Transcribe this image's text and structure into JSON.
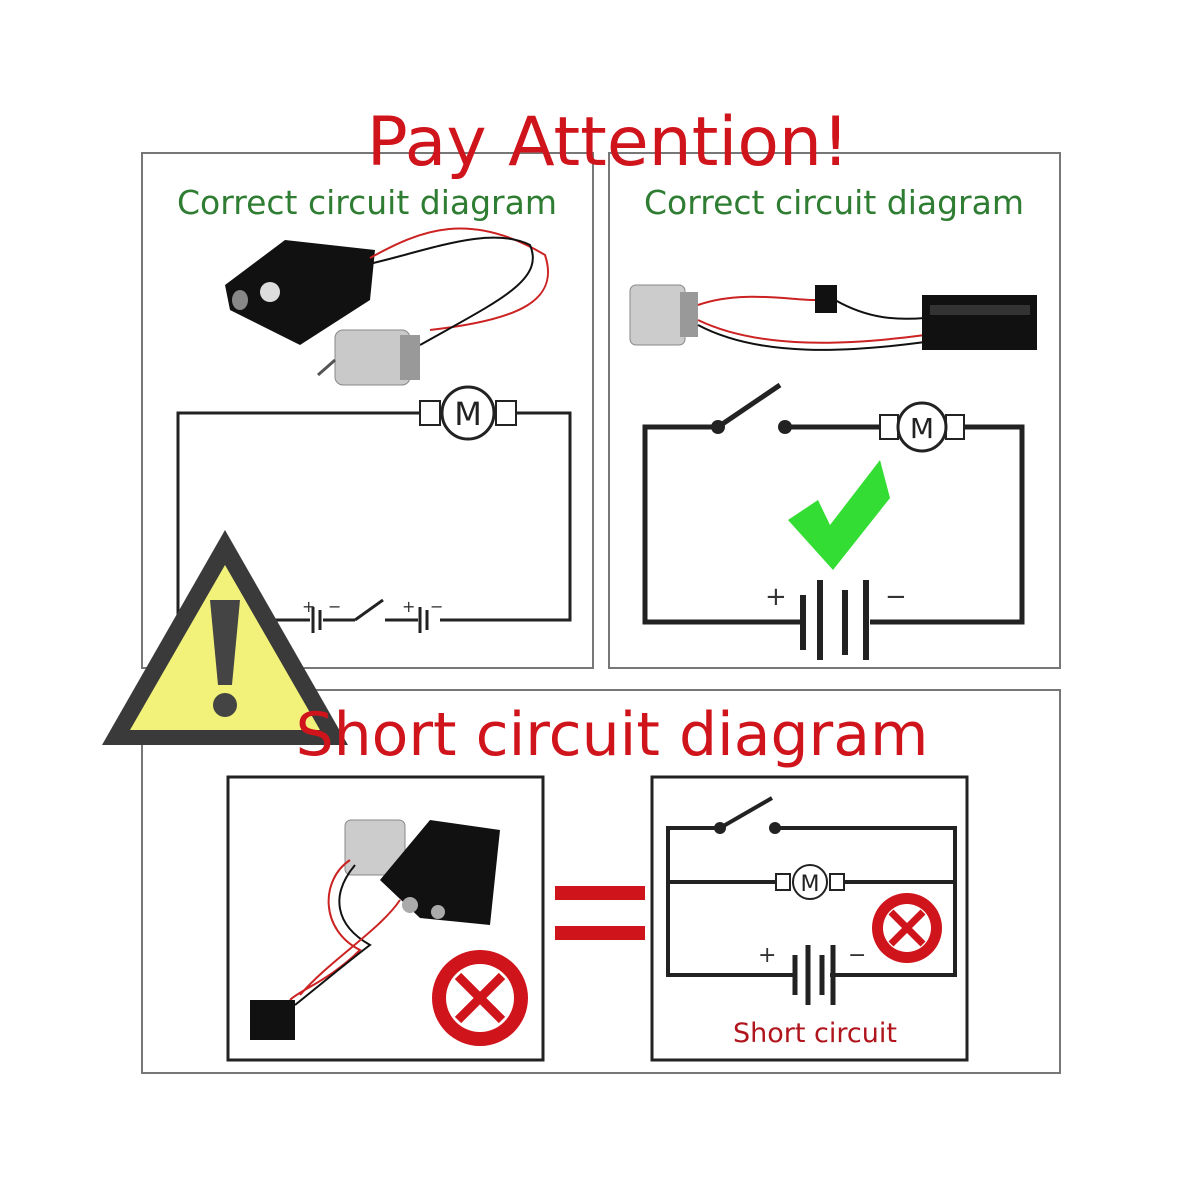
{
  "title": "Pay Attention!",
  "panels": {
    "top_left_heading": "Correct circuit diagram",
    "top_right_heading": "Correct circuit diagram",
    "bottom_heading": "Short circuit diagram",
    "short_circuit_caption": "Short circuit"
  },
  "symbols": {
    "motor": "M",
    "plus": "+",
    "minus": "−"
  },
  "colors": {
    "warning_red": "#d0141c",
    "heading_green": "#2e7d32",
    "check_green": "#33dd33",
    "warning_yellow": "#f2f27a"
  },
  "icons": [
    "warning-triangle-icon",
    "checkmark-icon",
    "prohibited-icon",
    "equals-icon"
  ]
}
